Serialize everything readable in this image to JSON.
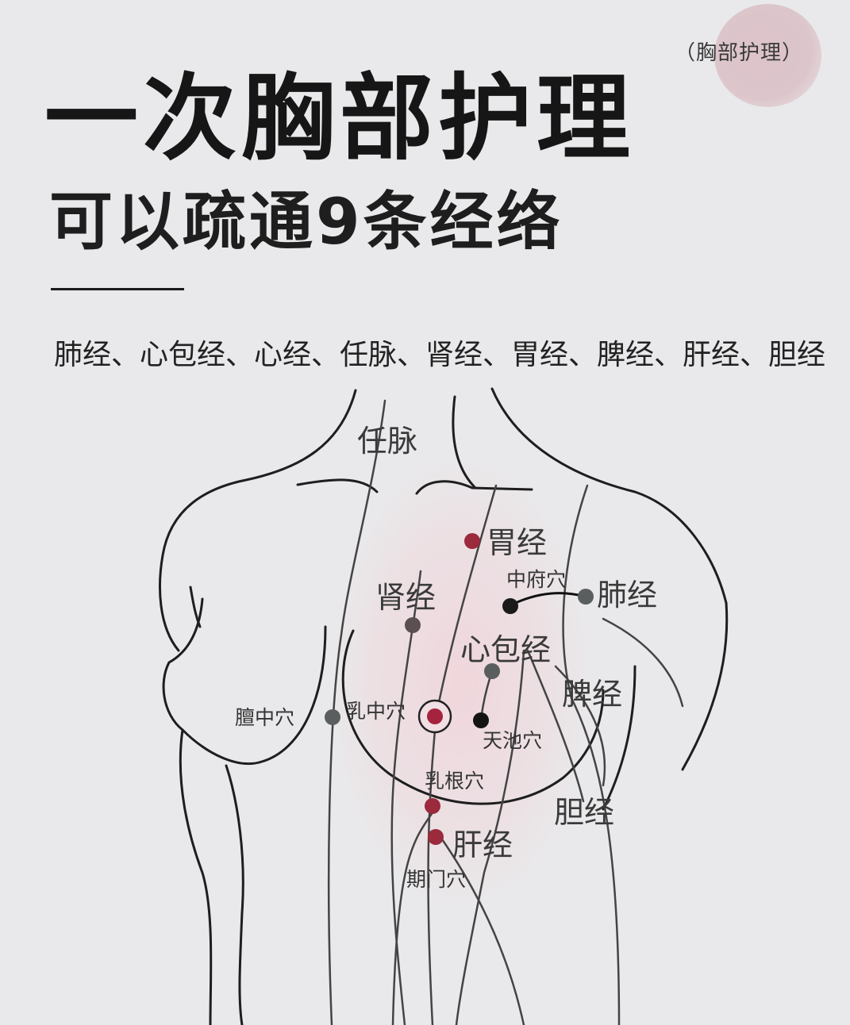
{
  "badge": "（胸部护理）",
  "title": {
    "line1": "一次胸部护理",
    "line2": "可以疏通9条经络"
  },
  "meridian_list": "肺经、心包经、心经、任脉、肾经、胃经、脾经、肝经、胆经",
  "meridians": [
    {
      "name": "任脉"
    },
    {
      "name": "胃经"
    },
    {
      "name": "肾经"
    },
    {
      "name": "肺经"
    },
    {
      "name": "心包经"
    },
    {
      "name": "脾经"
    },
    {
      "name": "胆经"
    },
    {
      "name": "肝经"
    }
  ],
  "acupoints": [
    {
      "name": "中府穴"
    },
    {
      "name": "膻中穴"
    },
    {
      "name": "乳中穴"
    },
    {
      "name": "天池穴"
    },
    {
      "name": "乳根穴"
    },
    {
      "name": "期门穴"
    }
  ],
  "colors": {
    "background": "#e9e9eb",
    "point_red": "#9a2a3c",
    "point_gray": "#5a5e5e",
    "point_black": "#1a1a1a",
    "line": "#3a3a3a",
    "accent_pink": "#dcc3c9"
  }
}
